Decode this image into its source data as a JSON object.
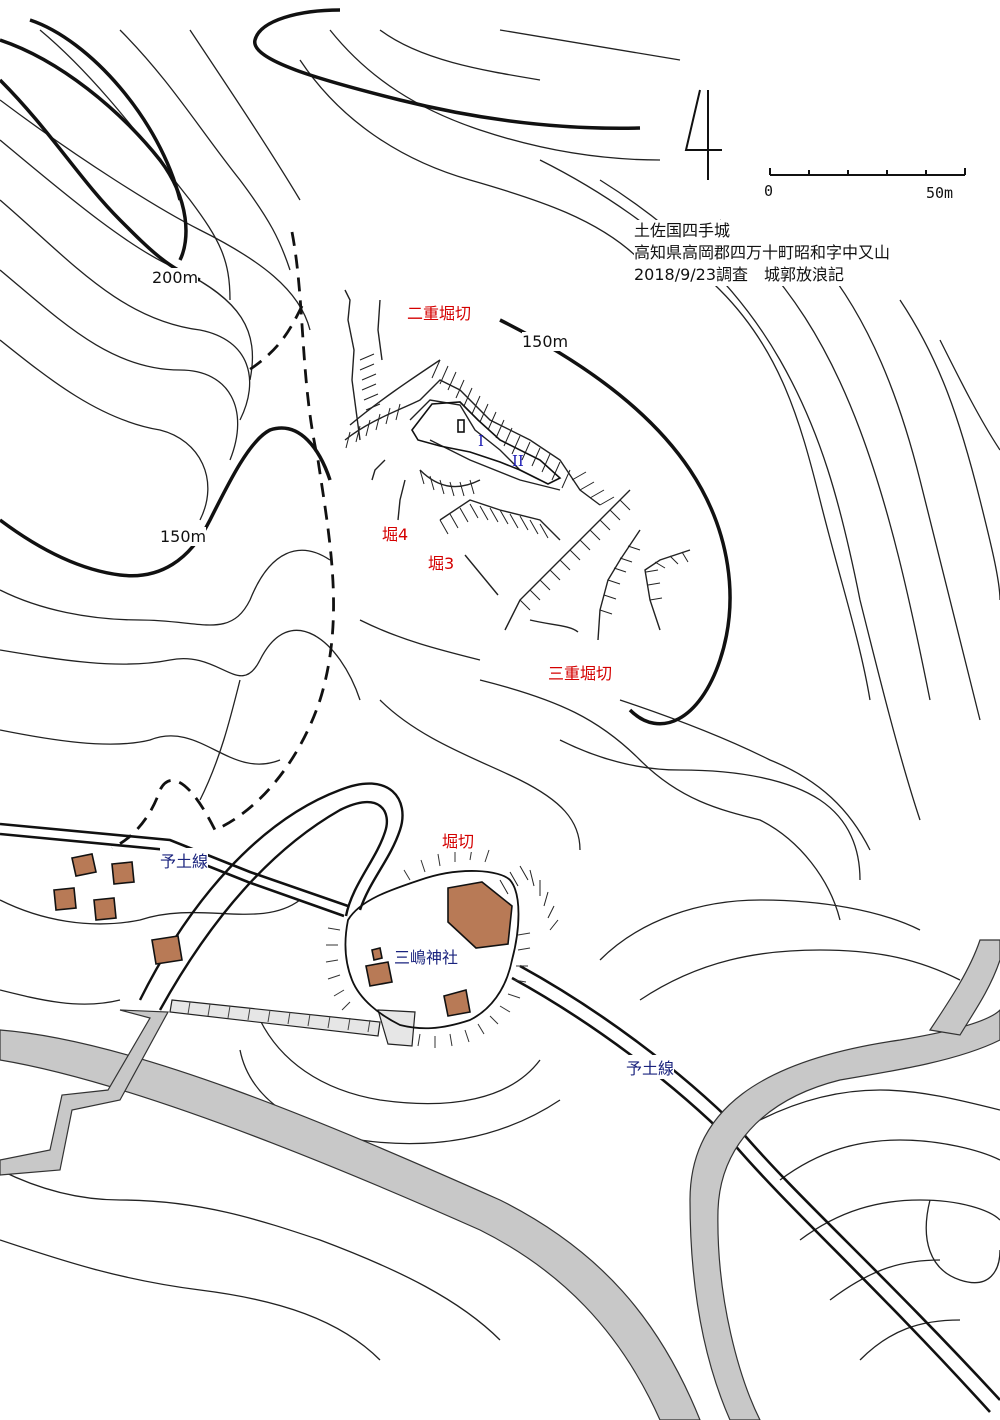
{
  "title_block": {
    "line1": "土佐国四手城",
    "line2": "高知県高岡郡四万十町昭和字中又山",
    "line3": "2018/9/23調査　城郭放浪記"
  },
  "scale": {
    "start": "0",
    "end": "50m"
  },
  "contours": {
    "c200": "200m",
    "c150_top": "150m",
    "c150_left": "150m"
  },
  "features": {
    "double_moat": "二重堀切",
    "triple_moat": "三重堀切",
    "moat4": "堀4",
    "moat3": "堀3",
    "moat_south": "堀切",
    "bailey1": "I",
    "bailey2": "II",
    "shrine": "三嶋神社"
  },
  "railway": {
    "west": "予土線",
    "east": "予土線"
  },
  "colors": {
    "red_label": "#d40000",
    "blue_label": "#1a237e",
    "building": "#b87a56",
    "road": "#c8c8c8"
  }
}
